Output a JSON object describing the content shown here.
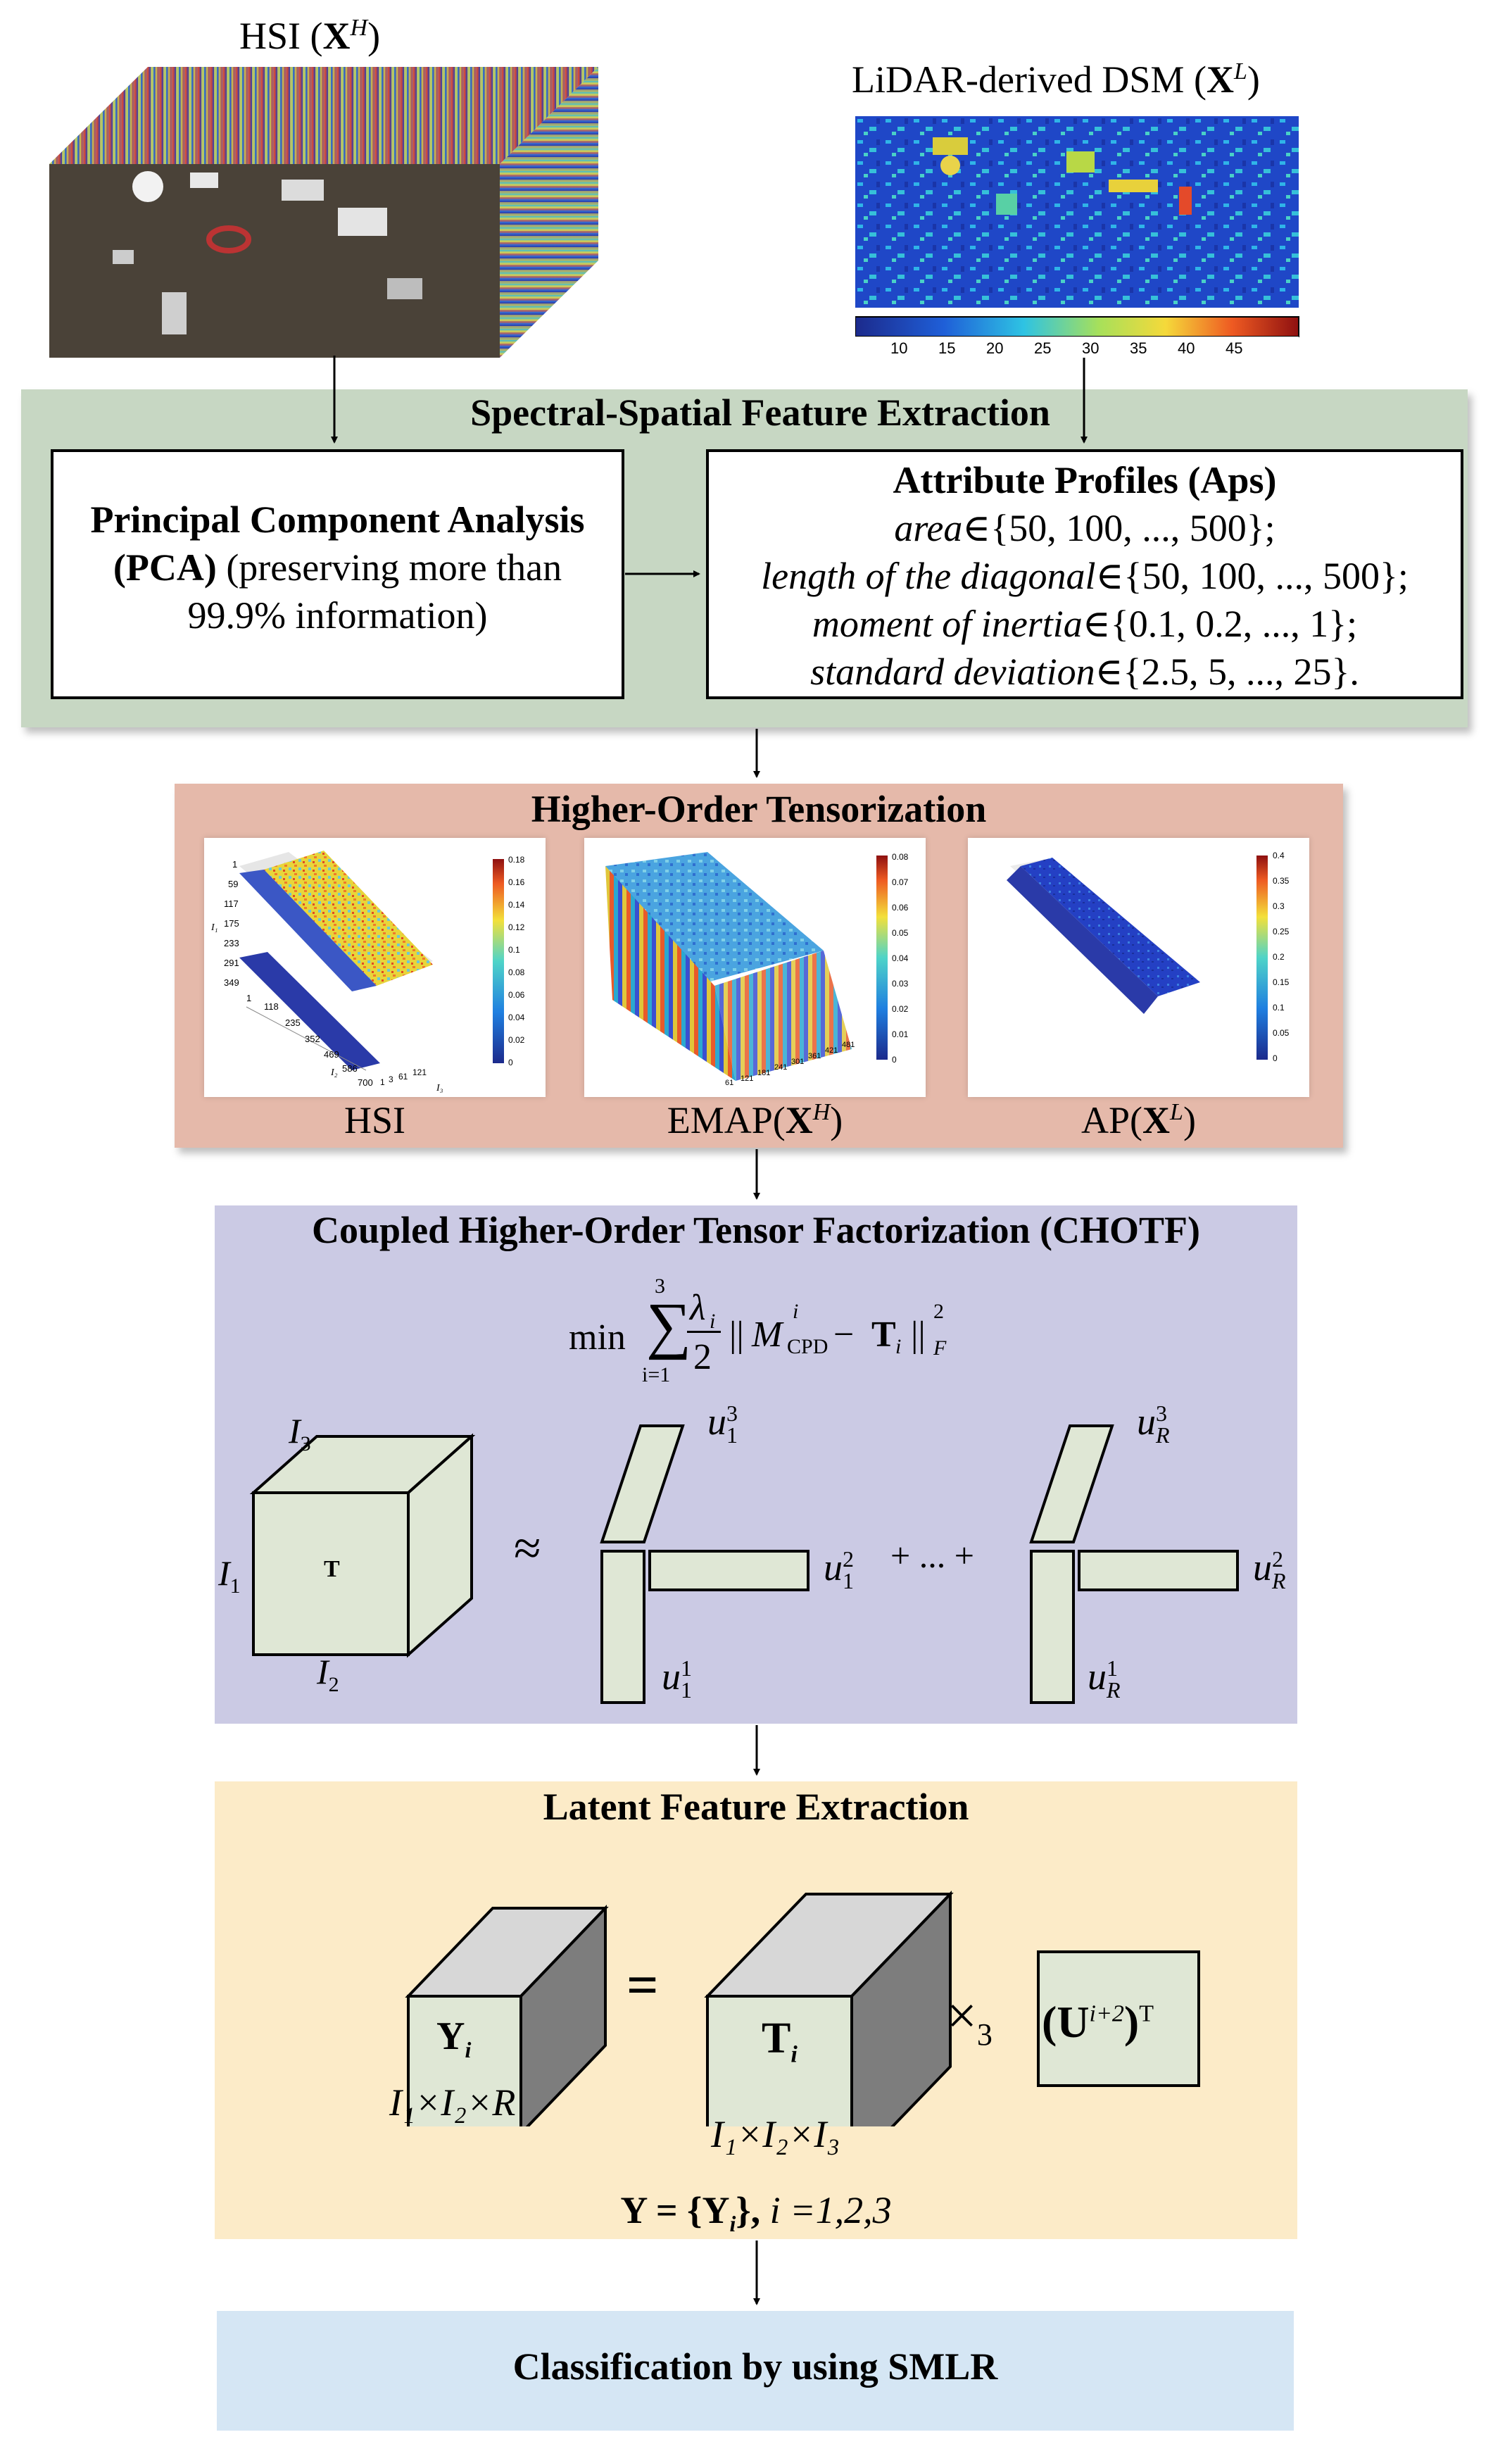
{
  "inputs": {
    "hsi_label": "HSI (",
    "hsi_math": "X",
    "hsi_sup": "H",
    "hsi_close": ")",
    "lidar_label": "LiDAR-derived DSM (",
    "lidar_math": "X",
    "lidar_sup": "L",
    "lidar_close": ")",
    "colorbar_ticks": [
      "10",
      "15",
      "20",
      "25",
      "30",
      "35",
      "40",
      "45"
    ]
  },
  "feature_extraction": {
    "title": "Spectral-Spatial Feature Extraction",
    "pca_title": "Principal Component Analysis",
    "pca_abbr": "(PCA)",
    "pca_rest1": " (preserving more than",
    "pca_rest2": "99.9% information)",
    "ap_title": "Attribute Profiles (Aps)",
    "ap_lines": [
      {
        "name": "area",
        "set": "∈{50, 100, ..., 500};"
      },
      {
        "name": "length of the diagonal",
        "set": "∈{50, 100, ..., 500};"
      },
      {
        "name": "moment of inertia",
        "set": "∈{0.1, 0.2, ..., 1};"
      },
      {
        "name": "standard deviation",
        "set": "∈{2.5, 5, ..., 25}."
      }
    ]
  },
  "tensorization": {
    "title": "Higher-Order Tensorization",
    "hsi_caption": "HSI",
    "emap_caption": "EMAP(",
    "emap_math": "X",
    "emap_sup": "H",
    "emap_close": ")",
    "ap_caption": "AP(",
    "ap_math": "X",
    "ap_sup": "L",
    "ap_close": ")",
    "row_ticks": [
      "1",
      "59",
      "117",
      "175",
      "233",
      "291",
      "349"
    ],
    "col_ticks": [
      "1",
      "118",
      "235",
      "352",
      "469",
      "586",
      "700"
    ],
    "band_ticks_hsi": [
      "1",
      "3",
      "61",
      "121"
    ],
    "band_ticks_emap": [
      "61",
      "121",
      "181",
      "241",
      "301",
      "361",
      "421",
      "481"
    ],
    "cbar_hsi": [
      "0.18",
      "0.16",
      "0.14",
      "0.12",
      "0.1",
      "0.08",
      "0.06",
      "0.04",
      "0.02",
      "0"
    ],
    "cbar_emap": [
      "0.08",
      "0.07",
      "0.06",
      "0.05",
      "0.04",
      "0.03",
      "0.02",
      "0.01",
      "0"
    ],
    "cbar_ap": [
      "0.4",
      "0.35",
      "0.3",
      "0.25",
      "0.2",
      "0.15",
      "0.1",
      "0.05",
      "0"
    ],
    "axis_i1": "I₁",
    "axis_i2": "I₂",
    "axis_i3": "I₃"
  },
  "chotf": {
    "title": "Coupled Higher-Order Tensor Factorization (CHOTF)",
    "formula_min": "min",
    "formula_sum_top": "3",
    "formula_sum_bottom": "i=1",
    "formula_lambda": "λ",
    "formula_lambda_sub": "i",
    "formula_two": "2",
    "formula_norm_open": "||",
    "formula_M": "M",
    "formula_M_sup": "i",
    "formula_M_sub": "CPD",
    "formula_minus": " − ",
    "formula_T": "T",
    "formula_T_sub": "i",
    "formula_norm_close": "||",
    "formula_norm_sup": "2",
    "formula_norm_sub": "F",
    "cube_label": "T",
    "i1": "I",
    "i1_sub": "1",
    "i2": "I",
    "i2_sub": "2",
    "i3": "I",
    "i3_sub": "3",
    "approx": "≈",
    "plus_dots": "+ ... +",
    "u": "u",
    "u1_sub": "1",
    "uR_sub": "R",
    "sup1": "1",
    "sup2": "2",
    "sup3": "3"
  },
  "latent": {
    "title": "Latent Feature Extraction",
    "y_label": "Y",
    "y_sub": "i",
    "y_dims": "I₁×I₂×R",
    "equals": "=",
    "t_label": "T",
    "t_sub": "i",
    "t_dims": "I₁×I₂×I₃",
    "times": "×",
    "times_sub": "3",
    "u_label": "(U",
    "u_sup": "i+2",
    "u_close": ")",
    "u_T": "T",
    "set_bold": "Y = {Y",
    "set_sub": "i",
    "set_close": "},",
    "set_tail": " i =1,2,3"
  },
  "classification": {
    "title": "Classification by using SMLR"
  },
  "colors": {
    "green_panel": "#c7d7c3",
    "red_panel": "#e5b9aa",
    "purple_panel": "#cbcae4",
    "yellow_panel": "#fcebc8",
    "blue_panel": "#d5e6f4",
    "factor_fill": "#dfe7d5",
    "box_gray": "#cccccc"
  }
}
